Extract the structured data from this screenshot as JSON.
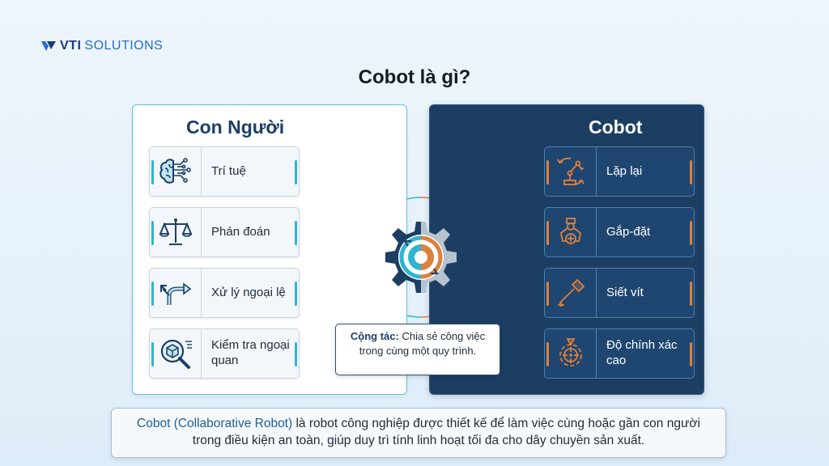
{
  "brand": {
    "name_prefix": "VTI",
    "name_suffix": "SOLUTIONS"
  },
  "title": "Cobot là gì?",
  "human": {
    "heading": "Con Người",
    "items": [
      {
        "label": "Trí tuệ",
        "icon": "brain-icon"
      },
      {
        "label": "Phán đoán",
        "icon": "scale-icon"
      },
      {
        "label": "Xử lý ngoại lệ",
        "icon": "branch-arrows-icon"
      },
      {
        "label": "Kiểm tra ngoại quan",
        "icon": "magnifier-inspect-icon"
      }
    ]
  },
  "cobot": {
    "heading": "Cobot",
    "items": [
      {
        "label": "Lặp lại",
        "icon": "robot-arm-icon"
      },
      {
        "label": "Gắp-đặt",
        "icon": "gripper-icon"
      },
      {
        "label": "Siết vít",
        "icon": "screwdriver-icon"
      },
      {
        "label": "Độ chính xác cao",
        "icon": "precision-gear-icon"
      }
    ]
  },
  "collaboration": {
    "key": "Cộng tác:",
    "text": "Chia sẻ công việc trong cùng một quy trình."
  },
  "caption": {
    "highlight": "Cobot (Collaborative Robot)",
    "text": " là robot công nghiệp được thiết kế để làm việc cùng hoặc gần con người trong điều kiện an toàn, giúp duy trì tính linh hoạt tối đa cho dây chuyền sản xuất."
  },
  "colors": {
    "teal": "#2fb5cf",
    "navy": "#1d3e63",
    "orange": "#e0803a"
  }
}
